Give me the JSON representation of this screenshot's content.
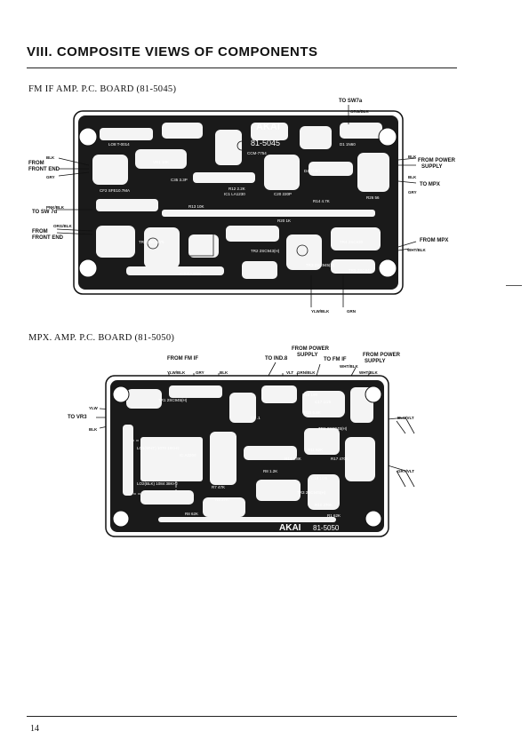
{
  "page": {
    "section_title": "VIII. COMPOSITE VIEWS OF COMPONENTS",
    "page_number": "14"
  },
  "board1": {
    "heading": "FM IF AMP. P.C. BOARD (81-5045)",
    "brand": "AKAI",
    "board_number": "81-5045",
    "labels": {
      "to_sw7a": "TO SW7a",
      "org_blk": "ORG/BLK",
      "blk_left": "BLK",
      "from_front_end_1a": "FROM",
      "from_front_end_1b": "FRONT END",
      "gry_left": "GRY",
      "pnk_blk": "PNK/BLK",
      "to_sw7d": "TO SW 7d",
      "org_blk_2": "ORG/BLK",
      "from_front_end_2a": "FROM",
      "from_front_end_2b": "FRONT END",
      "blk_right": "BLK",
      "from_power_supply_a": "FROM POWER",
      "from_power_supply_b": "SUPPLY",
      "blk_right_2": "BLK",
      "to_mpx": "TO MPX",
      "gry_right": "GRY",
      "from_mpx": "FROM MPX",
      "wht_blk": "WHT/BLK",
      "ylw_blk": "YLW/BLK",
      "grn": "GRN"
    },
    "components": [
      "TR1 2SC1675",
      "TR2 2SC943(H)",
      "TR3 2SC945(H)",
      "TR4 2SC930",
      "TR5 2SC945",
      "CF2 SFE10.7MA",
      "IC1 LA1230",
      "IC2 CA3089",
      "R12 2.2K",
      "R13 10K",
      "R14 4.7K",
      "R20 1K",
      "C20 220P",
      "D1 1N60",
      "D4 1N60",
      "R26 56",
      "VR1 10K",
      "C35 3.3P",
      "LO8 T-0014",
      "CCM-7754"
    ]
  },
  "board2": {
    "heading": "MPX. AMP. P.C. BOARD (81-5050)",
    "brand": "AKAI",
    "board_number": "81-5050",
    "labels": {
      "from_fm_if": "FROM FM IF",
      "to_ind8": "TO IND.8",
      "from_power_supply_1a": "FROM POWER",
      "from_power_supply_1b": "SUPPLY",
      "to_fm_if": "TO FM IF",
      "from_power_supply_2a": "FROM POWER",
      "from_power_supply_2b": "SUPPLY",
      "ylw_blk": "YLW/BLK",
      "gry": "GRY",
      "blk": "BLK",
      "vlt": "VLT",
      "grn_blk": "GRN/BLK",
      "wht_blk": "WHT/BLK",
      "wht_blk_2": "WHT/BLK",
      "ylw": "YLW",
      "to_vr3": "TO VR3",
      "blk_left": "BLK",
      "blu_vlt": "BLU/VLT",
      "gry_vlt": "GRY/VLT"
    },
    "components": [
      "TR1 2SC945(H)",
      "TR2 2SC945(H)",
      "TR3 2SC945(H)",
      "IC A3200",
      "LO1(WHT) 1070 19KHz",
      "LO2(BLK) 1084 38KHz",
      "R19 100",
      "C17 1/25",
      "R15 6.8K",
      "R14 6.8K",
      "R11 62K",
      "R17 470K",
      "C18 1/25",
      "R10 270K",
      "R8 1.2K",
      "R5 27K",
      "R7 47K",
      "R8 62K",
      "R1 62K",
      "C8 .1"
    ]
  }
}
